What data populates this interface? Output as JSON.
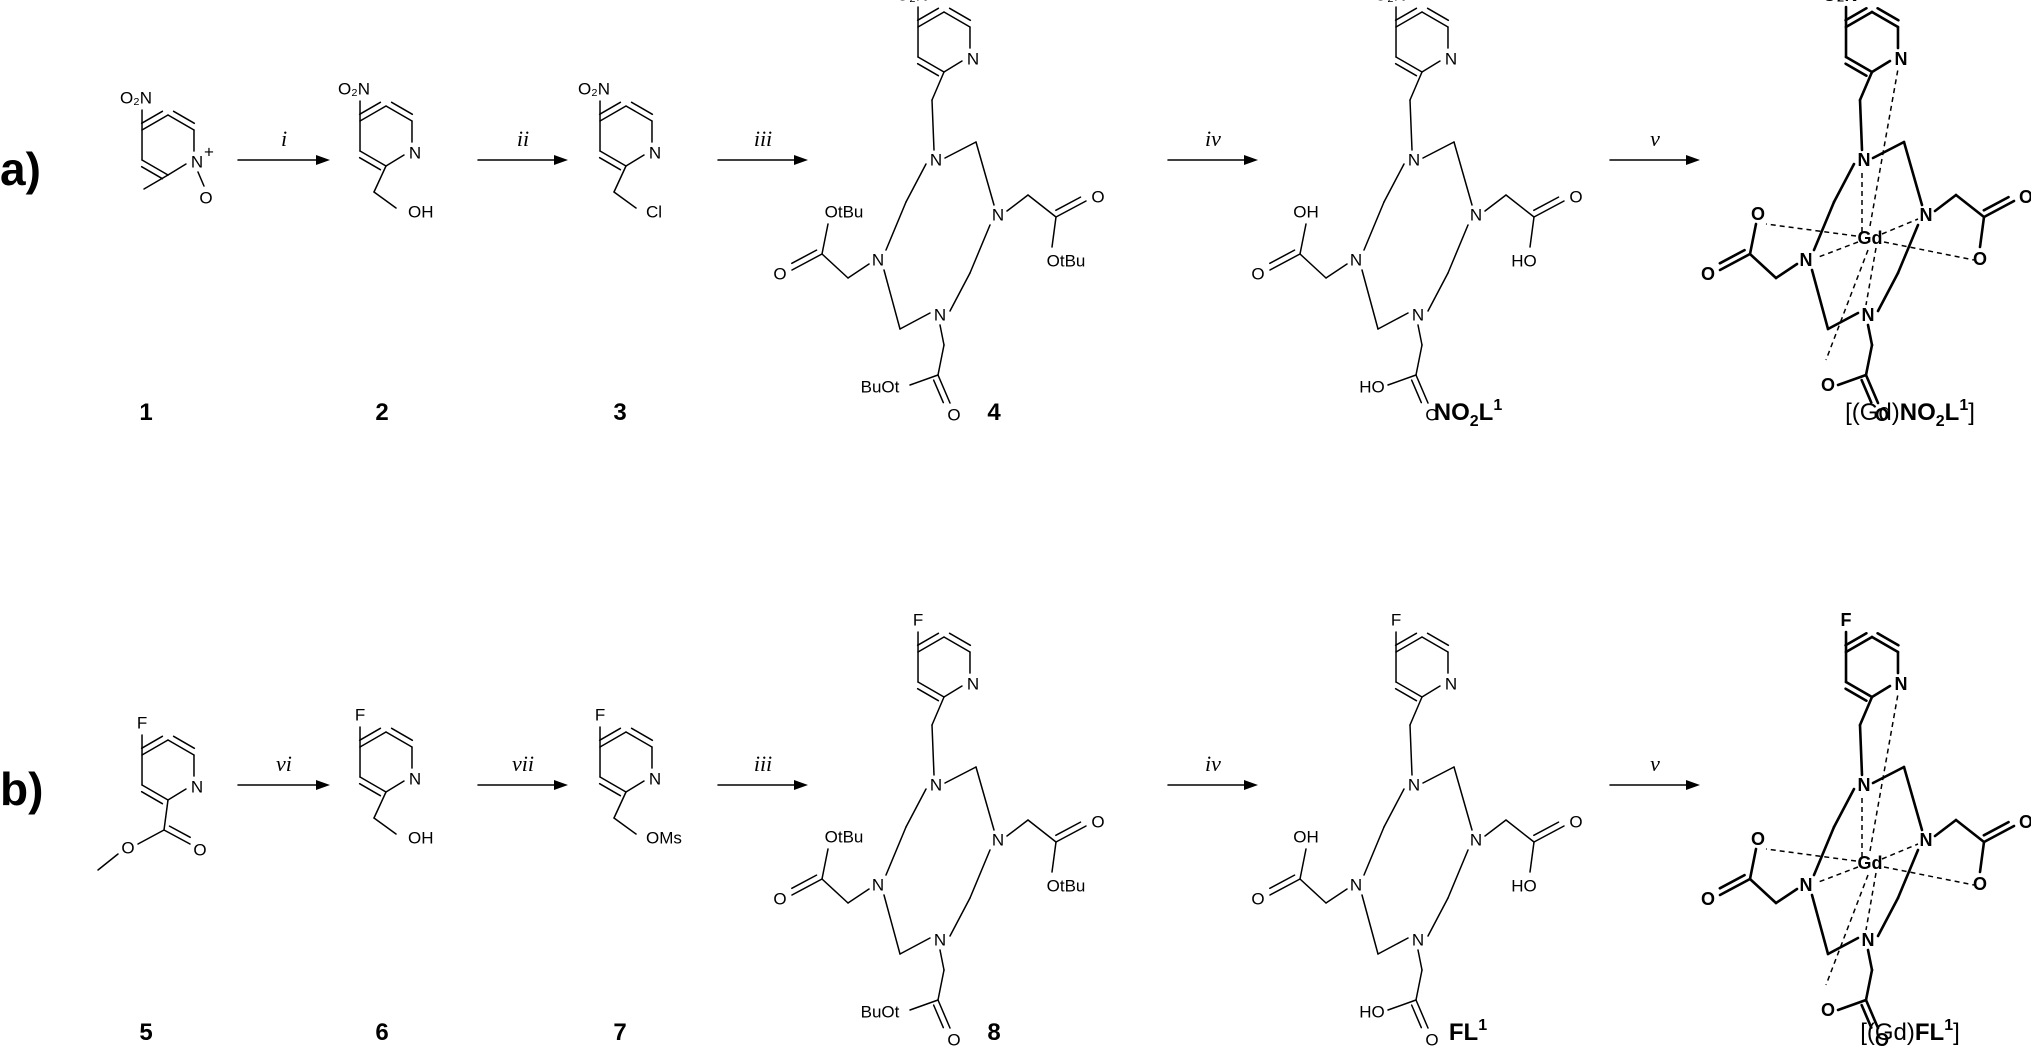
{
  "panels": {
    "a": {
      "label": "a)",
      "conditions": [
        "i",
        "ii",
        "iii",
        "iv",
        "v"
      ],
      "compounds": [
        {
          "id": "1",
          "label": "1",
          "bold": true
        },
        {
          "id": "2",
          "label": "2",
          "bold": true
        },
        {
          "id": "3",
          "label": "3",
          "bold": true
        },
        {
          "id": "4",
          "label": "4",
          "bold": true
        },
        {
          "id": "NO2L1",
          "label": "NO2L1",
          "bold": true
        },
        {
          "id": "GdNO2L1",
          "label": "[(Gd)NO2L1]",
          "bold": false
        }
      ],
      "atoms": {
        "no2": "O₂N",
        "n": "N",
        "n_plus": "+",
        "o_minus": "O",
        "oh": "OH",
        "cl": "Cl",
        "otbu": "OtBu",
        "buot": "BuOt",
        "o": "O",
        "ho": "HO",
        "gd": "Gd"
      }
    },
    "b": {
      "label": "b)",
      "conditions": [
        "vi",
        "vii",
        "iii",
        "iv",
        "v"
      ],
      "compounds": [
        {
          "id": "5",
          "label": "5",
          "bold": true
        },
        {
          "id": "6",
          "label": "6",
          "bold": true
        },
        {
          "id": "7",
          "label": "7",
          "bold": true
        },
        {
          "id": "8",
          "label": "8",
          "bold": true
        },
        {
          "id": "FL1",
          "label": "FL1",
          "bold": true
        },
        {
          "id": "GdFL1",
          "label": "[(Gd)FL1]",
          "bold": false
        }
      ],
      "atoms": {
        "f": "F",
        "n": "N",
        "oh": "OH",
        "oms": "OMs",
        "otbu": "OtBu",
        "buot": "BuOt",
        "o": "O",
        "ho": "HO",
        "gd": "Gd"
      }
    }
  }
}
